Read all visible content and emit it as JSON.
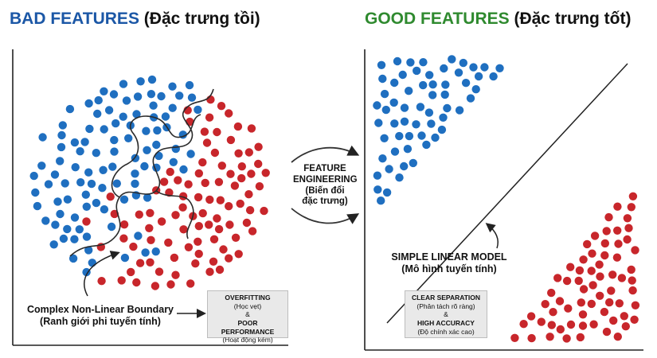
{
  "left": {
    "title_main": "BAD FEATURES",
    "title_sub": "(Đặc trưng tồi)",
    "boundary_label_1": "Complex Non-Linear Boundary",
    "boundary_label_2": "(Ranh giới phi tuyến tính)",
    "box": {
      "line1": "OVERFITTING",
      "line2": "(Học vẹt)",
      "line3": "&",
      "line4": "POOR PERFORMANCE",
      "line5": "(Hoạt động kém)"
    }
  },
  "middle": {
    "line1": "FEATURE",
    "line2": "ENGINEERING",
    "line3": "(Biến đổi",
    "line4": "đặc trưng)"
  },
  "right": {
    "title_main": "GOOD FEATURES",
    "title_sub": "(Đặc trưng tốt)",
    "model_label_1": "SIMPLE LINEAR MODEL",
    "model_label_2": "(Mô hình tuyến tính)",
    "box": {
      "line1": "CLEAR SEPARATION",
      "line2": "(Phân tách rõ ràng)",
      "line3": "&",
      "line4": "HIGH ACCURACY",
      "line5": "(Độ chính xác cao)"
    }
  },
  "colors": {
    "blue_class": "#1f6fc0",
    "red_class": "#c8262b",
    "bad_title": "#1b57a6",
    "good_title": "#2f8a2f"
  }
}
